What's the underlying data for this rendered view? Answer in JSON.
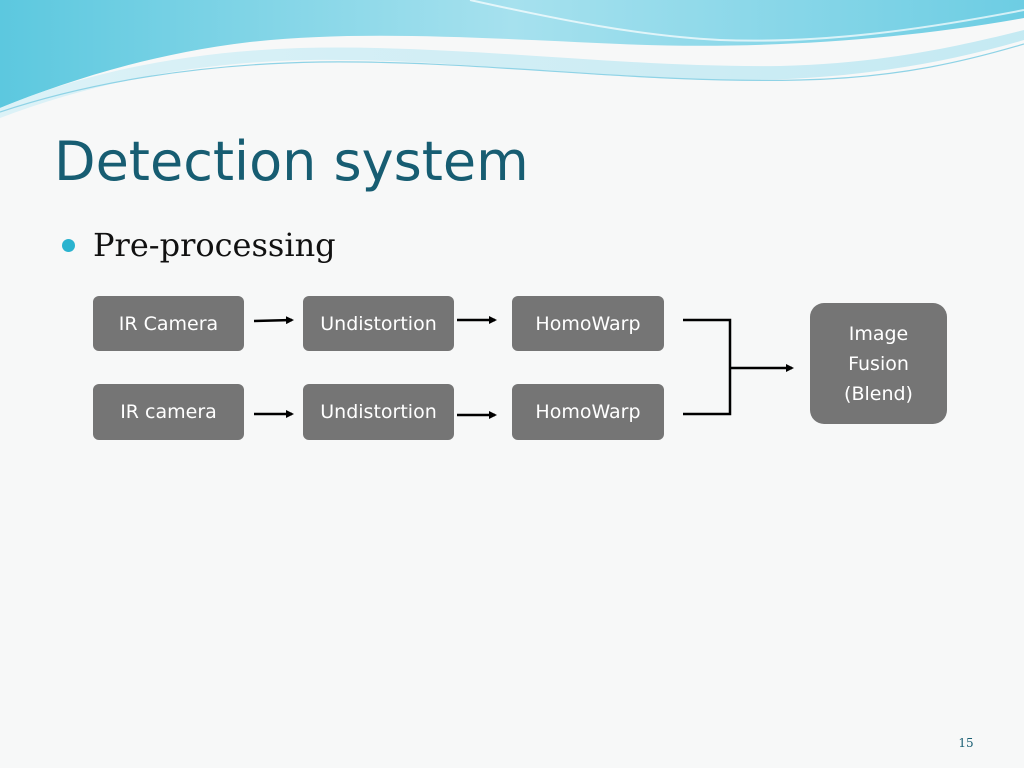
{
  "slide": {
    "title": "Detection system",
    "bullet": "Pre-processing",
    "page_number": "15"
  },
  "diagram": {
    "row1": [
      "IR Camera",
      "Undistortion",
      "HomoWarp"
    ],
    "row2": [
      "IR camera",
      "Undistortion",
      "HomoWarp"
    ],
    "fusion": "Image Fusion (Blend)"
  },
  "colors": {
    "title": "#175d72",
    "bullet": "#2ab3cf",
    "box": "#757575",
    "box_text": "#ffffff"
  }
}
